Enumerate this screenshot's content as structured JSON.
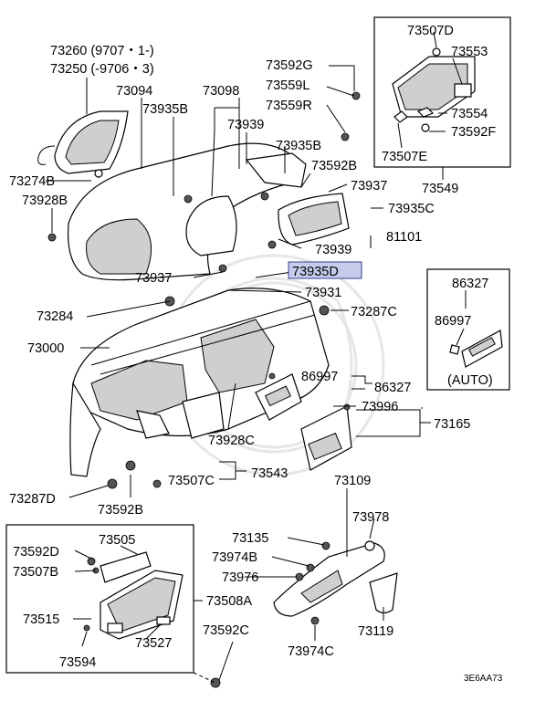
{
  "diagram_code": "3E6AA73",
  "parts": {
    "p73260": "73260 (9707・1-)",
    "p73250": "73250 (-9706・3)",
    "p73094": "73094",
    "p73098": "73098",
    "p73935B_a": "73935B",
    "p73939_a": "73939",
    "p73592G": "73592G",
    "p73559L": "73559L",
    "p73559R": "73559R",
    "p73507D": "73507D",
    "p73553": "73553",
    "p73554": "73554",
    "p73592F": "73592F",
    "p73507E": "73507E",
    "p73549": "73549",
    "p73274B": "73274B",
    "p73928B": "73928B",
    "p73935B_b": "73935B",
    "p73592B_a": "73592B",
    "p73937_a": "73937",
    "p73935C": "73935C",
    "p81101": "81101",
    "p73939_b": "73939",
    "p73937_b": "73937",
    "p73935D": "73935D",
    "p73931": "73931",
    "p73284": "73284",
    "p73287C": "73287C",
    "p86327_a": "86327",
    "p86997_a": "86997",
    "auto_label": "(AUTO)",
    "p73000": "73000",
    "p86997_b": "86997",
    "p86327_b": "86327",
    "p73996": "73996",
    "p73165": "73165",
    "p73928C": "73928C",
    "p73543": "73543",
    "p73287D": "73287D",
    "p73507C": "73507C",
    "p73592B_b": "73592B",
    "p73109": "73109",
    "p73978": "73978",
    "p73135": "73135",
    "p73974B": "73974B",
    "p73976": "73976",
    "p73592D": "73592D",
    "p73505": "73505",
    "p73507B": "73507B",
    "p73508A": "73508A",
    "p73515": "73515",
    "p73527": "73527",
    "p73594": "73594",
    "p73592C": "73592C",
    "p73119": "73119",
    "p73974C": "73974C"
  },
  "highlight_color": "#c6ccec"
}
